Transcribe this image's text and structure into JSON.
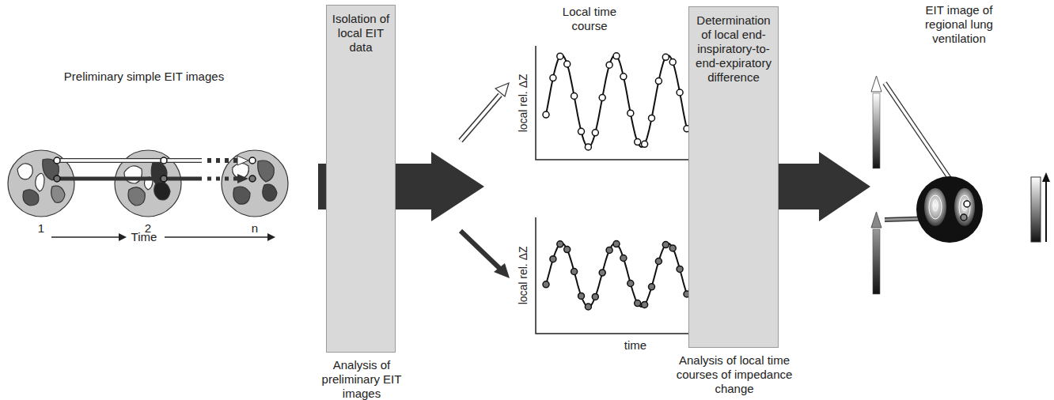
{
  "diagram": {
    "nodes": [
      {
        "text": [
          "Isolation of local EIT data",
          "Analysis of preliminary EIT images"
        ]
      },
      {
        "text": [
          "Determination of local end-inspiratory-to-end-expiratory difference",
          "Analysis of local time courses of impedance change"
        ]
      }
    ],
    "labels": [
      "Preliminary simple EIT images",
      "1",
      "2",
      "n",
      "Time",
      "Local time course",
      "local rel. ΔZ",
      "local rel. ΔZ",
      "time",
      "EIT image of regional lung ventilation"
    ]
  }
}
